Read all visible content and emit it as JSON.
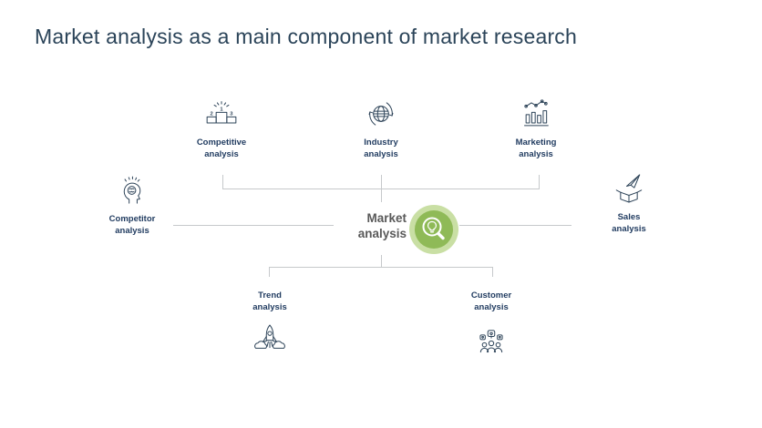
{
  "slide": {
    "title": "Market analysis as a main component of market research"
  },
  "center": {
    "label": "Market\nanalysis",
    "icon": "magnifier-lightbulb-icon",
    "circle_color": "#8fba57",
    "ring_color": "#c9dfa4"
  },
  "nodes": [
    {
      "id": "competitive",
      "label": "Competitive\nanalysis",
      "icon": "winner-podium-icon",
      "position": "top-left"
    },
    {
      "id": "industry",
      "label": "Industry\nanalysis",
      "icon": "globe-sync-icon",
      "position": "top-center"
    },
    {
      "id": "marketing",
      "label": "Marketing\nanalysis",
      "icon": "bar-line-chart-icon",
      "position": "top-right"
    },
    {
      "id": "competitor",
      "label": "Competitor\nanalysis",
      "icon": "head-brain-icon",
      "position": "left"
    },
    {
      "id": "sales",
      "label": "Sales\nanalysis",
      "icon": "box-paper-plane-icon",
      "position": "right"
    },
    {
      "id": "trend",
      "label": "Trend\nanalysis",
      "icon": "rocket-launch-icon",
      "position": "bottom-left"
    },
    {
      "id": "customer",
      "label": "Customer\nanalysis",
      "icon": "customer-group-icon",
      "position": "bottom-right"
    }
  ],
  "colors": {
    "title_text": "#2b4459",
    "node_label_text": "#1f3a5f",
    "icon_stroke": "#2e4459",
    "center_label_text": "#595959",
    "connector_line": "#c6c9cb",
    "accent_green": "#8fba57",
    "accent_green_light": "#c9dfa4"
  }
}
